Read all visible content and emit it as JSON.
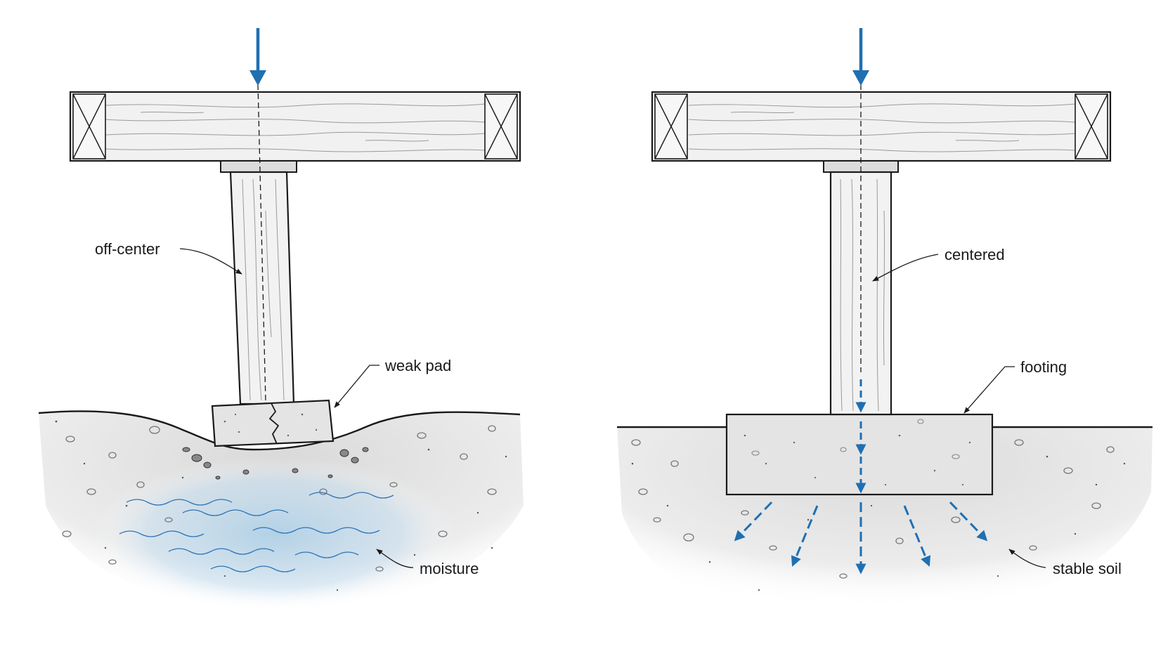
{
  "left_panel": {
    "labels": {
      "off_center": "off-center",
      "weak_pad": "weak pad",
      "moisture": "moisture"
    }
  },
  "right_panel": {
    "labels": {
      "centered": "centered",
      "footing": "footing",
      "stable_soil": "stable soil"
    }
  },
  "colors": {
    "load_arrow": "#1f6fb2",
    "moisture_tint": "#a9cde6",
    "wood": "#f1f1f1",
    "concrete": "#e6e6e6",
    "outline": "#1a1a1a"
  }
}
